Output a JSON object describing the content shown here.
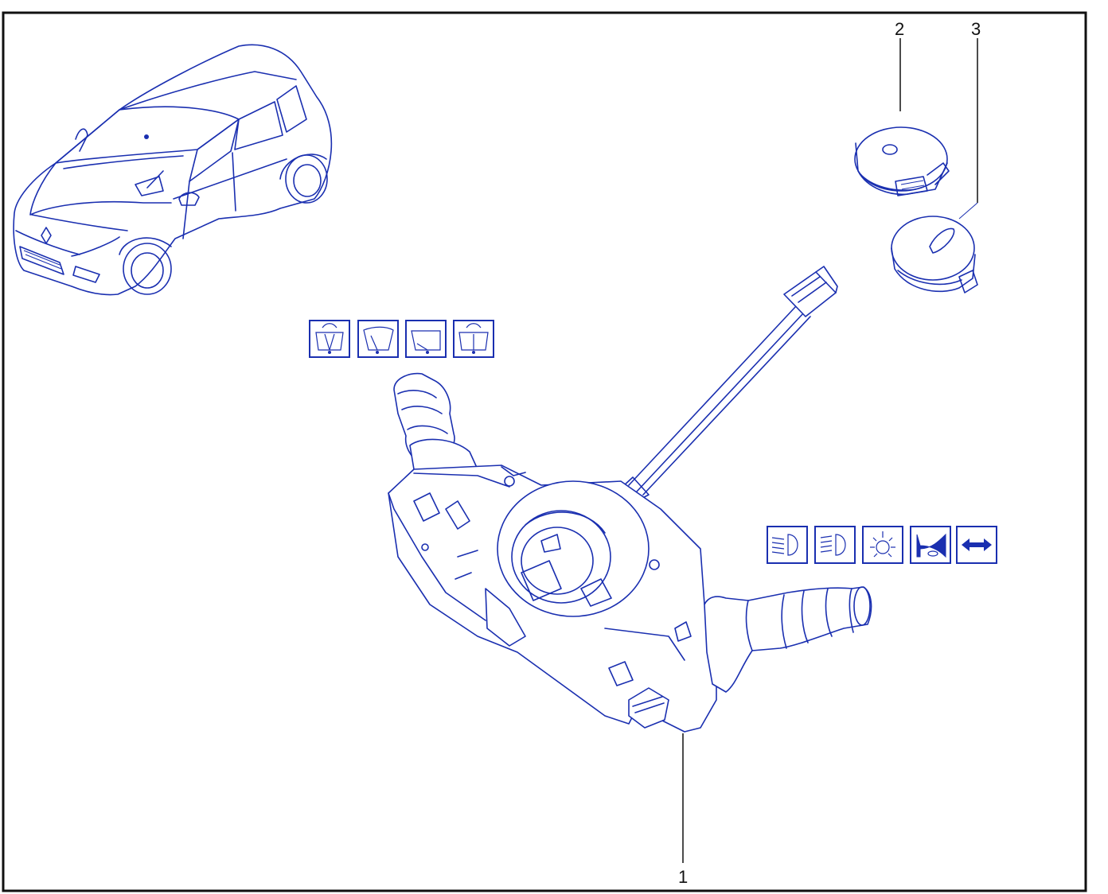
{
  "callouts": [
    {
      "label": "1"
    },
    {
      "label": "2"
    },
    {
      "label": "3"
    }
  ],
  "wiper_icons": [
    "windshield-wiper-icon",
    "front-wiper-icon",
    "rear-window-icon",
    "rear-wiper-icon"
  ],
  "lighting_icons": [
    "low-beam-icon",
    "high-beam-icon",
    "interior-light-icon",
    "horn-icon",
    "indicator-arrows-icon"
  ],
  "colors": {
    "line": "#1a2fb0",
    "frame": "#111111",
    "background": "#ffffff"
  }
}
